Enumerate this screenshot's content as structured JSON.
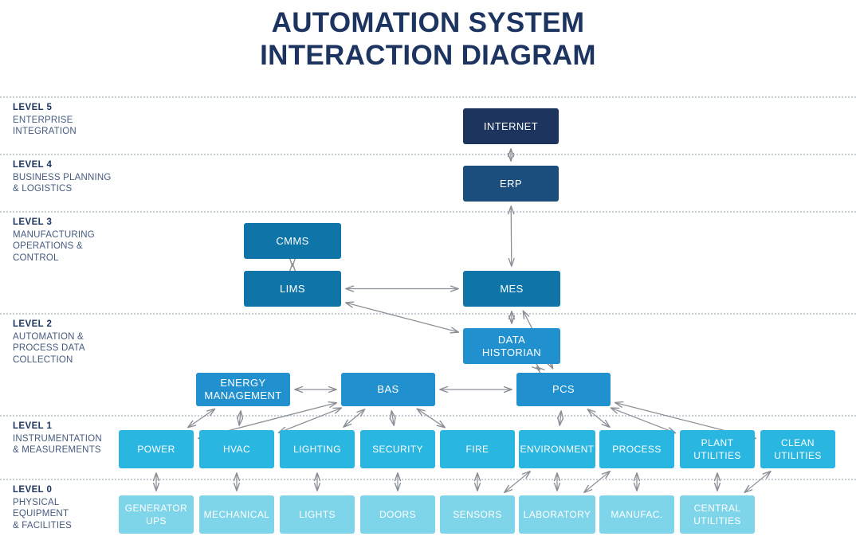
{
  "title": {
    "line1": "AUTOMATION SYSTEM",
    "line2": "INTERACTION DIAGRAM",
    "color": "#1d3461"
  },
  "levels": [
    {
      "name": "LEVEL 5",
      "desc": "ENTERPRISE\nINTEGRATION"
    },
    {
      "name": "LEVEL 4",
      "desc": "BUSINESS PLANNING\n& LOGISTICS"
    },
    {
      "name": "LEVEL 3",
      "desc": "MANUFACTURING\nOPERATIONS &\nCONTROL"
    },
    {
      "name": "LEVEL 2",
      "desc": "AUTOMATION &\nPROCESS DATA\nCOLLECTION"
    },
    {
      "name": "LEVEL 1",
      "desc": "INSTRUMENTATION\n& MEASUREMENTS"
    },
    {
      "name": "LEVEL 0",
      "desc": "PHYSICAL\nEQUIPMENT\n& FACILITIES"
    }
  ],
  "palette": {
    "internet": "#1d355e",
    "erp": "#1b4e7d",
    "level3": "#0f74a8",
    "level2": "#2090cf",
    "level1": "#29b6e0",
    "level0": "#7ed4e8",
    "arrow": "#8a8f96",
    "divider": "#c9cfd8"
  },
  "nodes": [
    {
      "id": "internet",
      "label": "INTERNET",
      "level": 5,
      "tier": "internet"
    },
    {
      "id": "erp",
      "label": "ERP",
      "level": 4,
      "tier": "erp"
    },
    {
      "id": "cmms",
      "label": "CMMS",
      "level": 3,
      "tier": "level3"
    },
    {
      "id": "lims",
      "label": "LIMS",
      "level": 3,
      "tier": "level3"
    },
    {
      "id": "mes",
      "label": "MES",
      "level": 3,
      "tier": "level3"
    },
    {
      "id": "historian",
      "label": "DATA\nHISTORIAN",
      "level": 2,
      "tier": "level2"
    },
    {
      "id": "energy",
      "label": "ENERGY\nMANAGEMENT",
      "level": 2,
      "tier": "level2"
    },
    {
      "id": "bas",
      "label": "BAS",
      "level": 2,
      "tier": "level2"
    },
    {
      "id": "pcs",
      "label": "PCS",
      "level": 2,
      "tier": "level2"
    },
    {
      "id": "power",
      "label": "POWER",
      "level": 1,
      "tier": "level1"
    },
    {
      "id": "hvac",
      "label": "HVAC",
      "level": 1,
      "tier": "level1"
    },
    {
      "id": "lighting",
      "label": "LIGHTING",
      "level": 1,
      "tier": "level1"
    },
    {
      "id": "security",
      "label": "SECURITY",
      "level": 1,
      "tier": "level1"
    },
    {
      "id": "fire",
      "label": "FIRE",
      "level": 1,
      "tier": "level1"
    },
    {
      "id": "environment",
      "label": "ENVIRONMENT",
      "level": 1,
      "tier": "level1"
    },
    {
      "id": "process",
      "label": "PROCESS",
      "level": 1,
      "tier": "level1"
    },
    {
      "id": "plantutil",
      "label": "PLANT\nUTILITIES",
      "level": 1,
      "tier": "level1"
    },
    {
      "id": "cleanutil",
      "label": "CLEAN\nUTILITIES",
      "level": 1,
      "tier": "level1"
    },
    {
      "id": "genups",
      "label": "GENERATOR\nUPS",
      "level": 0,
      "tier": "level0"
    },
    {
      "id": "mechanical",
      "label": "MECHANICAL",
      "level": 0,
      "tier": "level0"
    },
    {
      "id": "lights",
      "label": "LIGHTS",
      "level": 0,
      "tier": "level0"
    },
    {
      "id": "doors",
      "label": "DOORS",
      "level": 0,
      "tier": "level0"
    },
    {
      "id": "sensors",
      "label": "SENSORS",
      "level": 0,
      "tier": "level0"
    },
    {
      "id": "laboratory",
      "label": "LABORATORY",
      "level": 0,
      "tier": "level0"
    },
    {
      "id": "manufac",
      "label": "MANUFAC.",
      "level": 0,
      "tier": "level0"
    },
    {
      "id": "centralutil",
      "label": "CENTRAL\nUTILITIES",
      "level": 0,
      "tier": "level0"
    }
  ],
  "connections": [
    {
      "from": "internet",
      "to": "erp",
      "direction": "both"
    },
    {
      "from": "erp",
      "to": "mes",
      "direction": "both"
    },
    {
      "from": "cmms",
      "to": "lims",
      "direction": "both"
    },
    {
      "from": "lims",
      "to": "mes",
      "direction": "both"
    },
    {
      "from": "lims",
      "to": "historian",
      "direction": "both"
    },
    {
      "from": "mes",
      "to": "historian",
      "direction": "both"
    },
    {
      "from": "mes",
      "to": "pcs",
      "direction": "both"
    },
    {
      "from": "historian",
      "to": "pcs",
      "direction": "both"
    },
    {
      "from": "energy",
      "to": "bas",
      "direction": "both"
    },
    {
      "from": "bas",
      "to": "pcs",
      "direction": "both"
    },
    {
      "from": "bas",
      "to": "power",
      "direction": "both"
    },
    {
      "from": "bas",
      "to": "hvac",
      "direction": "both"
    },
    {
      "from": "bas",
      "to": "lighting",
      "direction": "both"
    },
    {
      "from": "bas",
      "to": "security",
      "direction": "both"
    },
    {
      "from": "bas",
      "to": "fire",
      "direction": "both"
    },
    {
      "from": "energy",
      "to": "power",
      "direction": "both"
    },
    {
      "from": "energy",
      "to": "hvac",
      "direction": "both"
    },
    {
      "from": "pcs",
      "to": "environment",
      "direction": "both"
    },
    {
      "from": "pcs",
      "to": "process",
      "direction": "both"
    },
    {
      "from": "pcs",
      "to": "plantutil",
      "direction": "both"
    },
    {
      "from": "pcs",
      "to": "cleanutil",
      "direction": "both"
    },
    {
      "from": "power",
      "to": "genups",
      "direction": "both"
    },
    {
      "from": "hvac",
      "to": "mechanical",
      "direction": "both"
    },
    {
      "from": "lighting",
      "to": "lights",
      "direction": "both"
    },
    {
      "from": "security",
      "to": "doors",
      "direction": "both"
    },
    {
      "from": "fire",
      "to": "sensors",
      "direction": "both"
    },
    {
      "from": "environment",
      "to": "laboratory",
      "direction": "both"
    },
    {
      "from": "process",
      "to": "manufac",
      "direction": "both"
    },
    {
      "from": "plantutil",
      "to": "centralutil",
      "direction": "both"
    },
    {
      "from": "cleanutil",
      "to": "centralutil",
      "direction": "both"
    },
    {
      "from": "environment",
      "to": "sensors",
      "direction": "both"
    },
    {
      "from": "process",
      "to": "laboratory",
      "direction": "both"
    }
  ]
}
